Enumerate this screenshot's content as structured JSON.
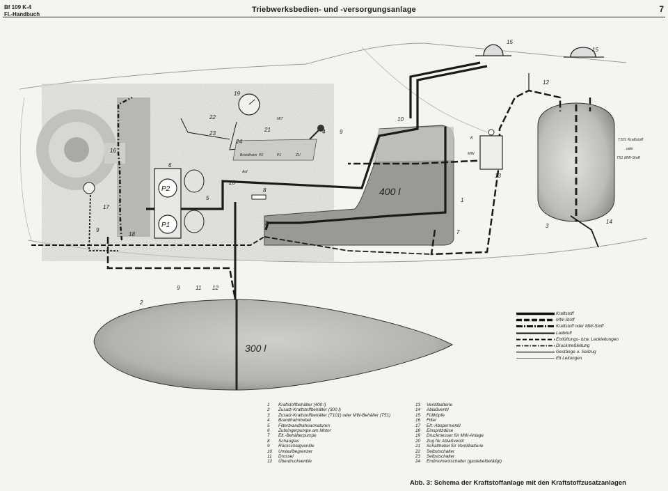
{
  "header": {
    "aircraft": "Bf 109 K-4",
    "handbook": "Fl.-Handbuch",
    "title": "Triebwerksbedien- und -versorgungsanlage",
    "page_number": "7"
  },
  "diagram": {
    "tank_main": "400 l",
    "tank_drop": "300 l",
    "tank_aux_note_1": "T101 Kraftstoff",
    "tank_aux_note_2": "oder",
    "tank_aux_note_3": "T51 MW-Stoff",
    "lever_positions": [
      "Brandhahn",
      "P2",
      "P1",
      "ZU"
    ],
    "label_auf": "Auf",
    "label_k": "K",
    "label_mw": "MW",
    "label_p1": "P1",
    "label_p2": "P2",
    "label_mit": "MIT",
    "callouts": [
      "1",
      "2",
      "3",
      "4",
      "5",
      "6",
      "7",
      "7",
      "8",
      "9",
      "9",
      "9",
      "10",
      "11",
      "12",
      "12",
      "13",
      "14",
      "15",
      "15",
      "16",
      "17",
      "18",
      "19",
      "20",
      "21",
      "22",
      "23",
      "24"
    ]
  },
  "legend": [
    {
      "label": "Kraftstoff",
      "style": "thick"
    },
    {
      "label": "MW-Stoff",
      "style": "thickdash"
    },
    {
      "label": "Kraftstoff oder MW-Stoff",
      "style": "dashdot"
    },
    {
      "label": "Ladeluft",
      "style": "medium"
    },
    {
      "label": "Entlüftungs- bzw. Leckleitungen",
      "style": "dash"
    },
    {
      "label": "Druckmeßleitung",
      "style": "dotdash"
    },
    {
      "label": "Gestänge u. Seilzug",
      "style": "thin"
    },
    {
      "label": "Elt Leitungen",
      "style": "hair"
    }
  ],
  "parts_list": {
    "left": [
      {
        "n": "1",
        "t": "Kraftstoffbehälter (400 l)"
      },
      {
        "n": "2",
        "t": "Zusatz-Kraftstoffbehälter (300 l)"
      },
      {
        "n": "3",
        "t": "Zusatz-Kraftstoffbehälter (T101) oder MW-Behälter (T51)"
      },
      {
        "n": "4",
        "t": "Brandhahnhebel"
      },
      {
        "n": "5",
        "t": "Filterbrandhahnarmaturen"
      },
      {
        "n": "6",
        "t": "Zubringerpumpe am Motor"
      },
      {
        "n": "7",
        "t": "Elt.-Behälterpumpe"
      },
      {
        "n": "8",
        "t": "Schauglas"
      },
      {
        "n": "9",
        "t": "Rückschlagventile"
      },
      {
        "n": "10",
        "t": "Umlaufbegrenzer"
      },
      {
        "n": "11",
        "t": "Drossel"
      },
      {
        "n": "12",
        "t": "Überdruckventile"
      }
    ],
    "right": [
      {
        "n": "13",
        "t": "Ventilbatterie"
      },
      {
        "n": "14",
        "t": "Ablaßventil"
      },
      {
        "n": "15",
        "t": "Füllköpfe"
      },
      {
        "n": "16",
        "t": "Filter"
      },
      {
        "n": "17",
        "t": "Elt.-Absperrventil"
      },
      {
        "n": "18",
        "t": "Einspritzdüse"
      },
      {
        "n": "19",
        "t": "Druckmesser für MW-Anlage"
      },
      {
        "n": "20",
        "t": "Zug für Ablaßventil"
      },
      {
        "n": "21",
        "t": "Schalthebel für Ventilbatterie"
      },
      {
        "n": "22",
        "t": "Selbstschalter"
      },
      {
        "n": "23",
        "t": "Selbstschalter"
      },
      {
        "n": "24",
        "t": "Endmomentschalter (gastebelbetätigt)"
      }
    ]
  },
  "caption": "Abb. 3: Schema der Kraftstoffanlage mit den Kraftstoffzusatzanlagen"
}
